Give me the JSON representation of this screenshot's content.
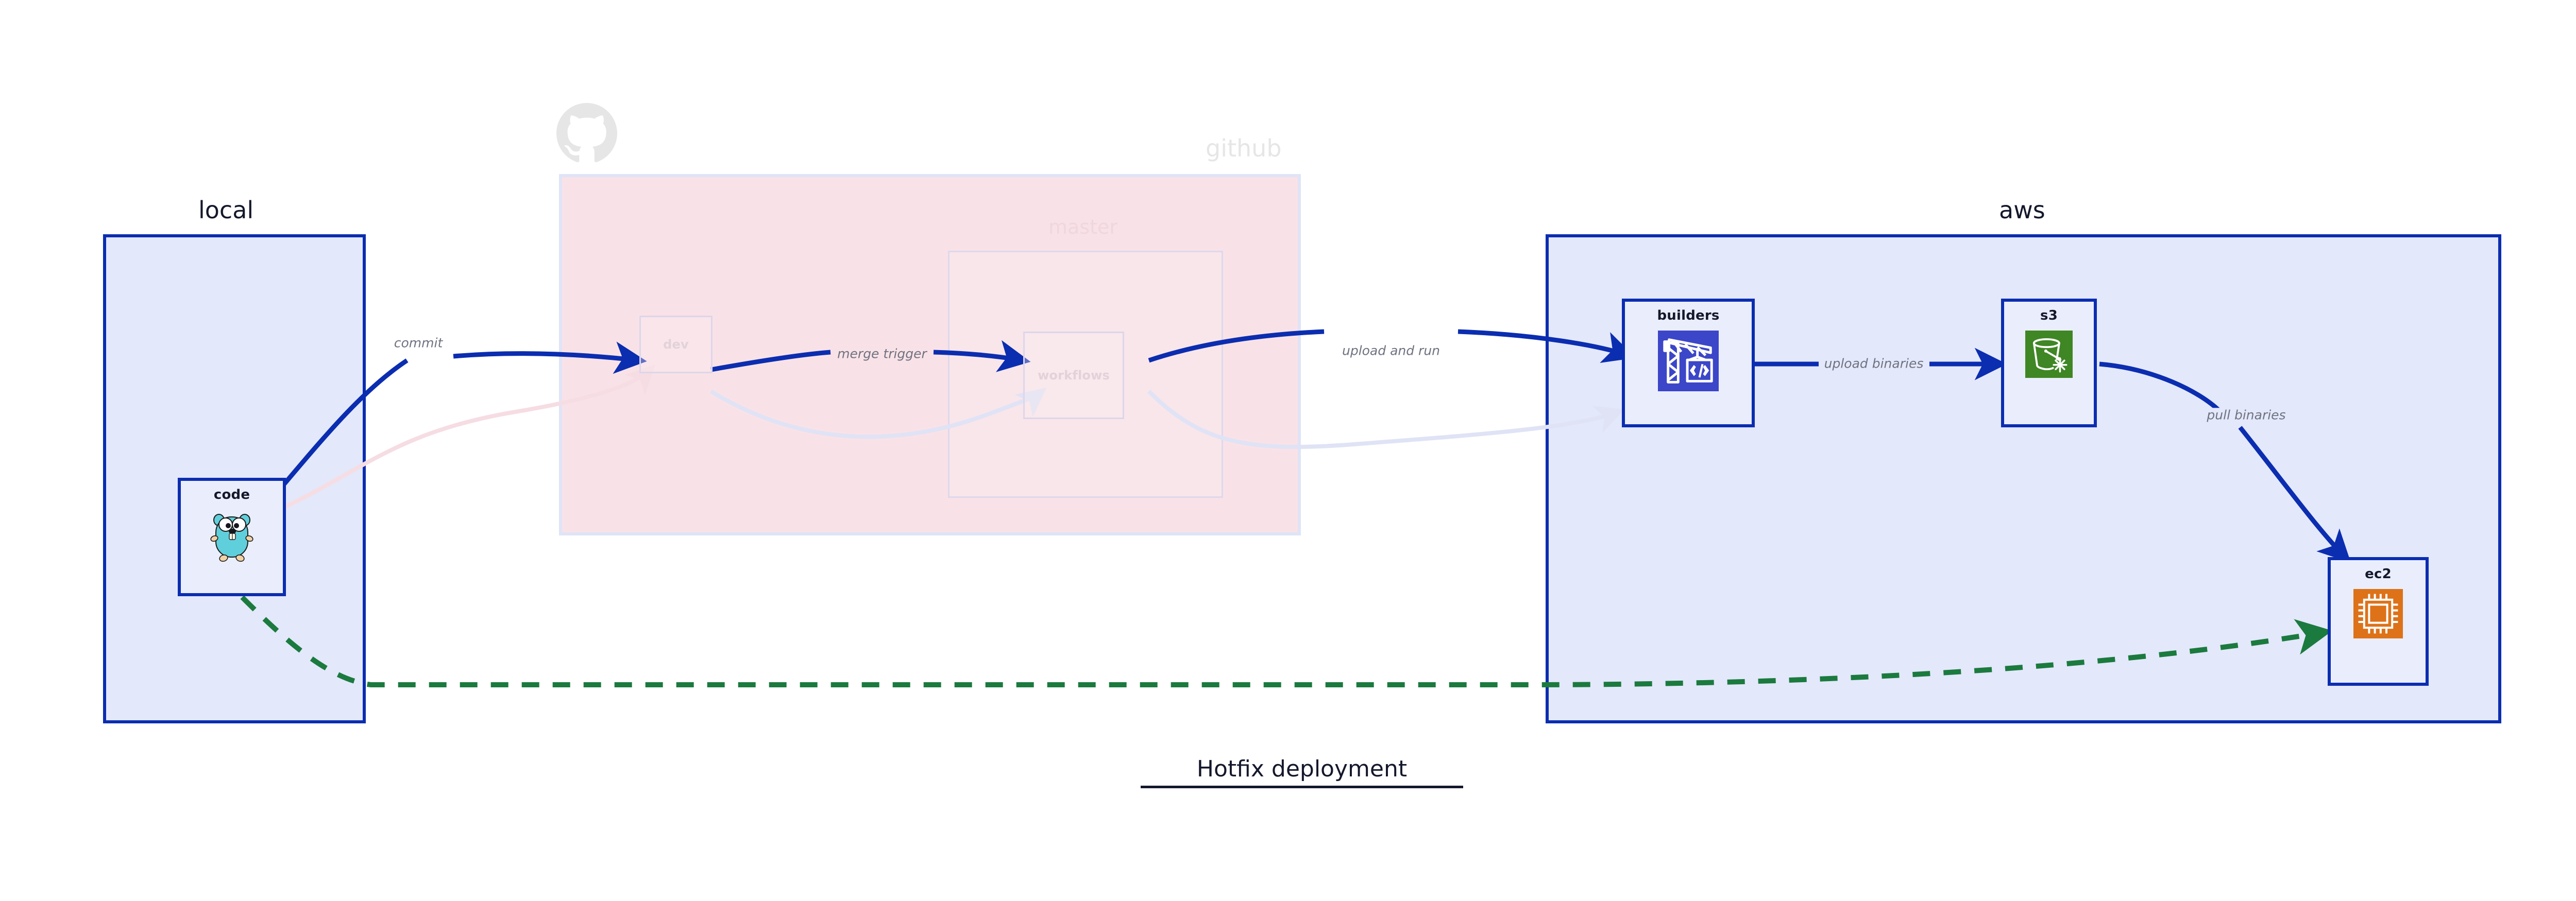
{
  "diagram": {
    "title": "Hotfix deployment",
    "clusters": [
      {
        "id": "local",
        "label": "local"
      },
      {
        "id": "github",
        "label": "github"
      },
      {
        "id": "aws",
        "label": "aws"
      }
    ],
    "groups": [
      {
        "id": "master",
        "label": "master",
        "parent": "github"
      }
    ],
    "nodes": [
      {
        "id": "code",
        "label": "code",
        "cluster": "local",
        "icon": "go-gopher-icon",
        "state": "active"
      },
      {
        "id": "dev",
        "label": "dev",
        "cluster": "github",
        "icon": "none",
        "state": "faded"
      },
      {
        "id": "workflows",
        "label": "workflows",
        "cluster": "master",
        "icon": "none",
        "state": "faded"
      },
      {
        "id": "builders",
        "label": "builders",
        "cluster": "aws",
        "icon": "crane-code-icon",
        "state": "active"
      },
      {
        "id": "s3",
        "label": "s3",
        "cluster": "aws",
        "icon": "s3-bucket-icon",
        "state": "active"
      },
      {
        "id": "ec2",
        "label": "ec2",
        "cluster": "aws",
        "icon": "cpu-chip-icon",
        "state": "active"
      }
    ],
    "edges": [
      {
        "id": "e1",
        "from": "code",
        "to": "dev",
        "label": "commit",
        "style": "solid",
        "state": "highlight"
      },
      {
        "id": "e2",
        "from": "dev",
        "to": "workflows",
        "label": "merge trigger",
        "style": "solid",
        "state": "highlight"
      },
      {
        "id": "e3",
        "from": "workflows",
        "to": "builders",
        "label": "upload and run",
        "style": "solid",
        "state": "highlight"
      },
      {
        "id": "e4",
        "from": "builders",
        "to": "s3",
        "label": "upload binaries",
        "style": "solid",
        "state": "highlight"
      },
      {
        "id": "e5",
        "from": "s3",
        "to": "ec2",
        "label": "pull binaries",
        "style": "solid",
        "state": "highlight"
      },
      {
        "id": "e6",
        "from": "code",
        "to": "ec2",
        "label": "",
        "style": "dashed",
        "state": "hotfix"
      },
      {
        "id": "e7",
        "from": "code",
        "to": "dev",
        "label": "",
        "style": "solid",
        "state": "faded-pink"
      },
      {
        "id": "e8",
        "from": "dev",
        "to": "workflows",
        "label": "",
        "style": "solid",
        "state": "faded-blue"
      },
      {
        "id": "e9",
        "from": "workflows",
        "to": "builders",
        "label": "",
        "style": "solid",
        "state": "faded-blue"
      }
    ],
    "colors": {
      "accent_blue": "#0b2db0",
      "cluster_blue_fill": "#e3e8fb",
      "node_blue_fill": "#eaeefc",
      "github_pink_fill": "#f9e2e7",
      "hotfix_green": "#1b7a3e",
      "label_gray": "#6f7280",
      "text_dark": "#14182b",
      "builders_icon_bg": "#3c46c8",
      "s3_icon_bg": "#3f8624",
      "ec2_icon_bg": "#dd7219",
      "gopher_body": "#5fcfdc"
    },
    "icons": {
      "github_logo": "github-octocat-icon",
      "code": "go-gopher-icon",
      "builders": "crane-code-icon",
      "s3": "s3-bucket-icon",
      "ec2": "cpu-chip-icon"
    }
  }
}
